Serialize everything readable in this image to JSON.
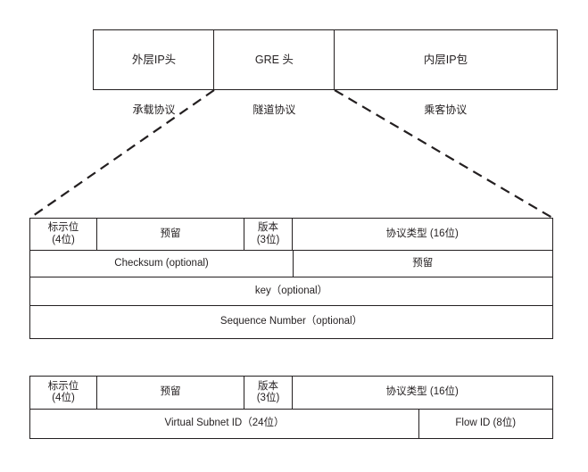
{
  "diagram": {
    "title": "GRE / NVGRE packet header format",
    "colors": {
      "line": "#231f20",
      "background": "#ffffff"
    }
  },
  "encapsulation": {
    "boxes": [
      {
        "label": "外层IP头",
        "protocol_label": "承载协议"
      },
      {
        "label": "GRE 头",
        "protocol_label": "隧道协议"
      },
      {
        "label": "内层IP包",
        "protocol_label": "乘客协议"
      }
    ]
  },
  "gre_header": {
    "rows": [
      {
        "cells": [
          {
            "line1": "标示位",
            "line2": "(4位)"
          },
          {
            "line1": "预留"
          },
          {
            "line1": "版本",
            "line2": "(3位)"
          },
          {
            "line1": "协议类型 (16位)"
          }
        ]
      },
      {
        "cells": [
          {
            "line1": "Checksum (optional)"
          },
          {
            "line1": "预留"
          }
        ]
      },
      {
        "cells": [
          {
            "line1": "key（optional）"
          }
        ]
      },
      {
        "cells": [
          {
            "line1": "Sequence Number（optional）"
          }
        ]
      }
    ]
  },
  "nvgre_header": {
    "rows": [
      {
        "cells": [
          {
            "line1": "标示位",
            "line2": "(4位)"
          },
          {
            "line1": "预留"
          },
          {
            "line1": "版本",
            "line2": "(3位)"
          },
          {
            "line1": "协议类型 (16位)"
          }
        ]
      },
      {
        "cells": [
          {
            "line1": "Virtual Subnet ID（24位）"
          },
          {
            "line1": "Flow ID (8位)"
          }
        ]
      }
    ]
  }
}
